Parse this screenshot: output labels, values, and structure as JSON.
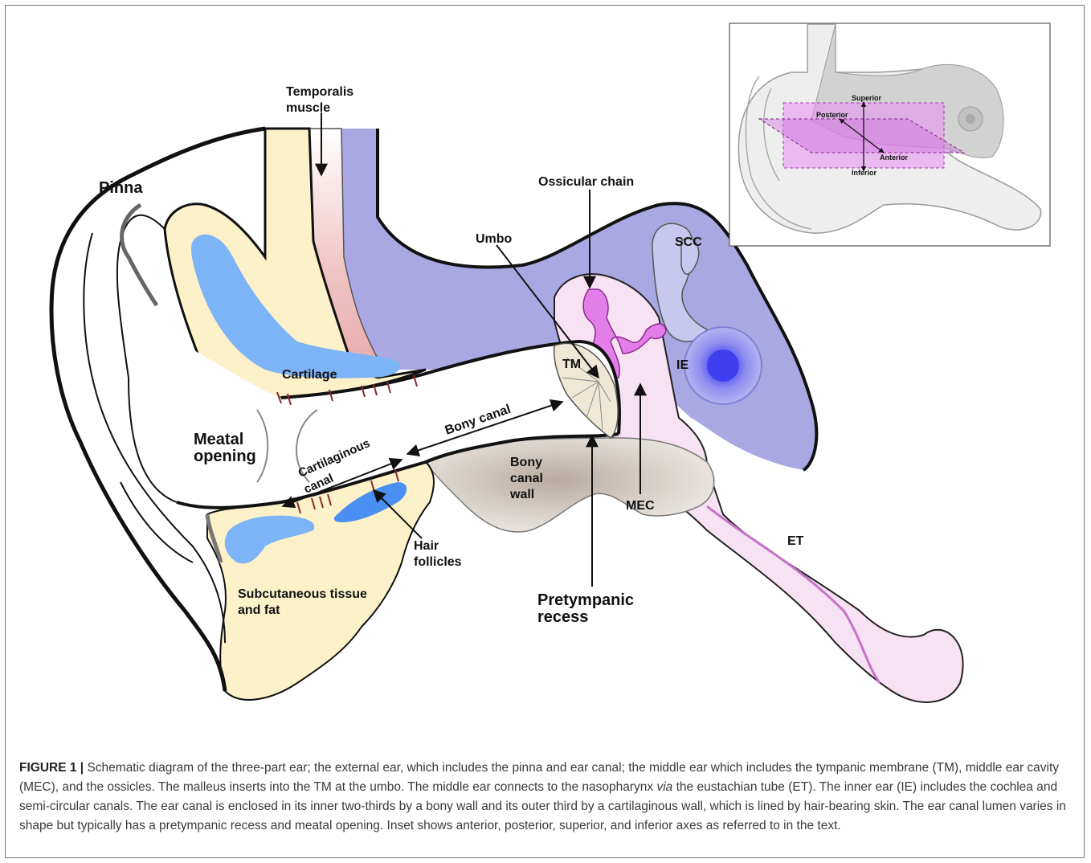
{
  "labels": {
    "temporalis_1": "Temporalis",
    "temporalis_2": "muscle",
    "pinna": "Pinna",
    "ossicular_chain": "Ossicular chain",
    "umbo": "Umbo",
    "scc": "SCC",
    "tm": "TM",
    "ie": "IE",
    "cartilage": "Cartilage",
    "meatal_1": "Meatal",
    "meatal_2": "opening",
    "bony_canal": "Bony canal",
    "cartilaginous_1": "Cartilaginous",
    "cartilaginous_2": "canal",
    "bony_wall_1": "Bony",
    "bony_wall_2": "canal",
    "bony_wall_3": "wall",
    "mec": "MEC",
    "et": "ET",
    "hair_1": "Hair",
    "hair_2": "follicles",
    "subcut_1": "Subcutaneous tissue",
    "subcut_2": "and fat",
    "pretympanic_1": "Pretympanic",
    "pretympanic_2": "recess"
  },
  "inset": {
    "superior": "Superior",
    "posterior": "Posterior",
    "anterior": "Anterior",
    "inferior": "Inferior"
  },
  "caption": {
    "figure_label": "FIGURE 1 |",
    "text_a": " Schematic diagram of the three-part ear; the external ear, which includes the pinna and ear canal; the middle ear which includes the tympanic membrane (TM), middle ear cavity (MEC), and the ossicles. The malleus inserts into the TM at the umbo. The middle ear connects to the nasopharynx ",
    "text_via": "via",
    "text_b": " the eustachian tube (ET). The inner ear (IE) includes the cochlea and semi-circular canals. The ear canal is enclosed in its inner two-thirds by a bony wall and its outer third by a cartilaginous wall, which is lined by hair-bearing skin. The ear canal lumen varies in shape but typically has a pretympanic recess and meatal opening. Inset shows anterior, posterior, superior, and inferior axes as referred to in the text."
  },
  "colors": {
    "cartilage_fill": "#fcf1c9",
    "cartilage_blue": "#7db3f7",
    "muscle": "#f0c4c4",
    "bone_purple": "#aaa7e4",
    "middle_ear_pink": "#f5e1f2",
    "ossicle_magenta": "#e37de8",
    "bony_wall_grey": "#ddd6ce",
    "inner_ear_blue": "#4a4af0",
    "plane_magenta": "#e68ef0"
  }
}
